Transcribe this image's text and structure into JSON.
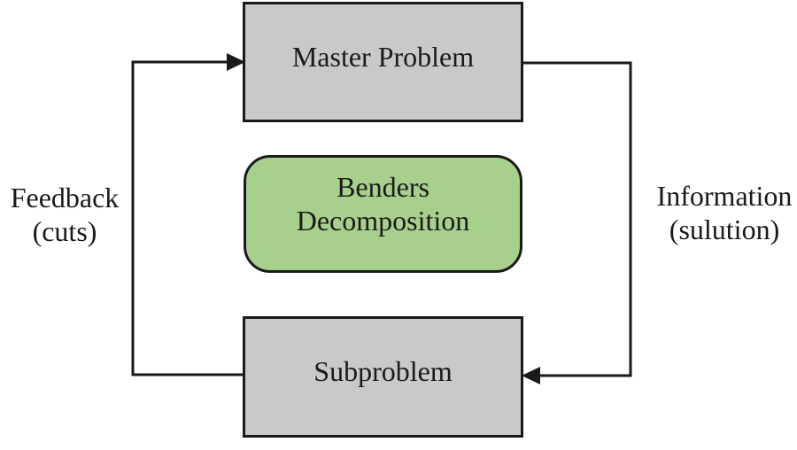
{
  "nodes": {
    "master": {
      "label": "Master Problem",
      "fill": "#c9c9cb",
      "shape": "rectangle"
    },
    "benders": {
      "line1": "Benders",
      "line2": "Decomposition",
      "fill": "#a8d08d",
      "shape": "rounded-rectangle"
    },
    "subproblem": {
      "label": "Subproblem",
      "fill": "#c9c9cb",
      "shape": "rectangle"
    }
  },
  "edges": {
    "feedback": {
      "from": "Subproblem",
      "to": "Master Problem",
      "line1": "Feedback",
      "line2": "(cuts)"
    },
    "information": {
      "from": "Master Problem",
      "to": "Subproblem",
      "line1": "Information",
      "line2": "(sulution)"
    }
  },
  "colors": {
    "line": "#1a1a1a",
    "border": "#1a1a1a",
    "text": "#1a1a1a",
    "gray_fill": "#c9c9cb",
    "green_fill": "#a8d08d",
    "background": "#ffffff"
  }
}
